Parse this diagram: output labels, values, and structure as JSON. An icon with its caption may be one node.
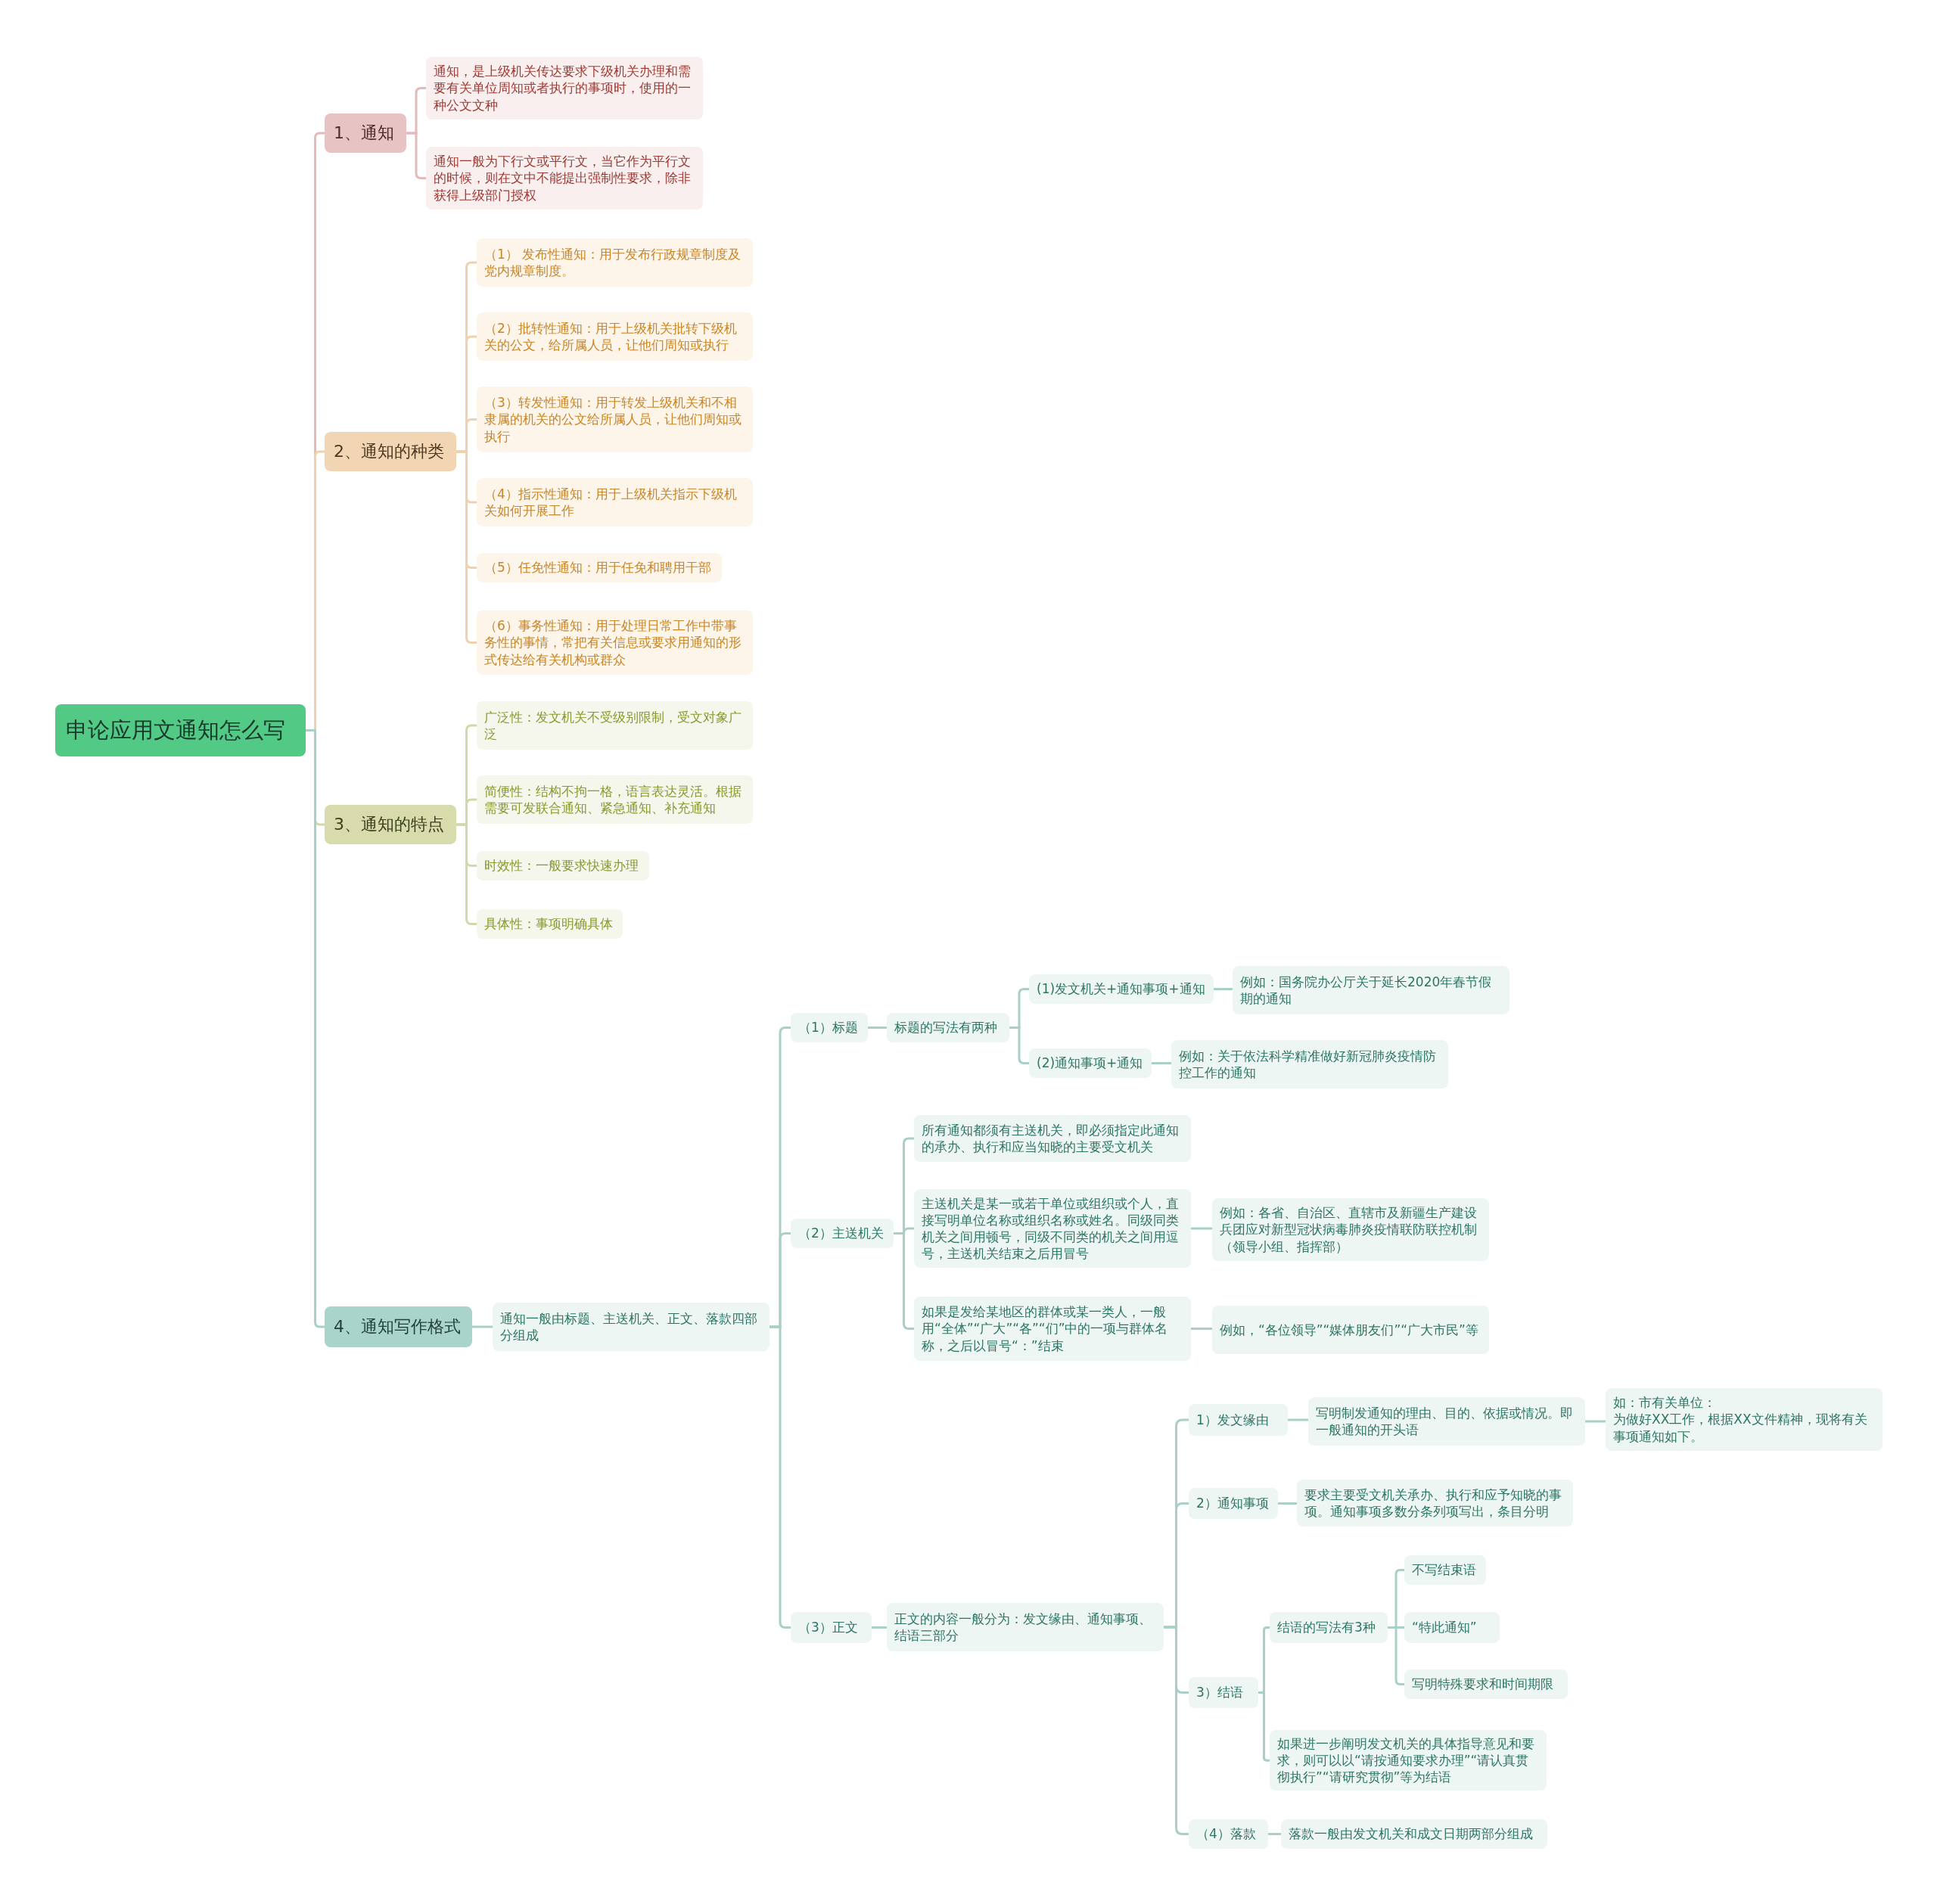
{
  "diagram": {
    "nodes": [
      {
        "text": [
          "申论应用文通知怎么写"
        ]
      },
      {
        "text": [
          "1、通知"
        ]
      },
      {
        "text": [
          "通知，是上级机关传达要求下级机关办理和需要有关单位周知或者执行的事项时，使用的一种公文文种"
        ]
      },
      {
        "text": [
          "通知一般为下行文或平行文，当它作为平行文的时候，则在文中不能提出强制性要求，除非获得上级部门授权"
        ]
      },
      {
        "text": [
          "2、通知的种类"
        ]
      },
      {
        "text": [
          "（1） 发布性通知：用于发布行政规章制度及党内规章制度。"
        ]
      },
      {
        "text": [
          "（2）批转性通知：用于上级机关批转下级机关的公文，给所属人员，让他们周知或执行"
        ]
      },
      {
        "text": [
          "（3）转发性通知：用于转发上级机关和不相隶属的机关的公文给所属人员，让他们周知或执行"
        ]
      },
      {
        "text": [
          "（4）指示性通知：用于上级机关指示下级机关如何开展工作"
        ]
      },
      {
        "text": [
          "（5）任免性通知：用于任免和聘用干部"
        ]
      },
      {
        "text": [
          "（6）事务性通知：用于处理日常工作中带事务性的事情，常把有关信息或要求用通知的形式传达给有关机构或群众"
        ]
      },
      {
        "text": [
          "3、通知的特点"
        ]
      },
      {
        "text": [
          "广泛性：发文机关不受级别限制，受文对象广泛"
        ]
      },
      {
        "text": [
          "简便性：结构不拘一格，语言表达灵活。根据需要可发联合通知、紧急通知、补充通知"
        ]
      },
      {
        "text": [
          "时效性：一般要求快速办理"
        ]
      },
      {
        "text": [
          "具体性：事项明确具体"
        ]
      },
      {
        "text": [
          "4、通知写作格式"
        ]
      },
      {
        "text": [
          "通知一般由标题、主送机关、正文、落款四部分组成"
        ]
      },
      {
        "text": [
          "（1）标题"
        ]
      },
      {
        "text": [
          "标题的写法有两种"
        ]
      },
      {
        "text": [
          "(1)发文机关+通知事项+通知"
        ]
      },
      {
        "text": [
          "例如：国务院办公厅关于延长2020年春节假期的通知"
        ]
      },
      {
        "text": [
          "(2)通知事项+通知"
        ]
      },
      {
        "text": [
          "例如：关于依法科学精准做好新冠肺炎疫情防控工作的通知"
        ]
      },
      {
        "text": [
          "（2）主送机关"
        ]
      },
      {
        "text": [
          "所有通知都须有主送机关，即必须指定此通知的承办、执行和应当知晓的主要受文机关"
        ]
      },
      {
        "text": [
          "主送机关是某一或若干单位或组织或个人，直接写明单位名称或组织名称或姓名。同级同类机关之间用顿号，同级不同类的机关之间用逗号，主送机关结束之后用冒号"
        ]
      },
      {
        "text": [
          "例如：各省、自治区、直辖市及新疆生产建设兵团应对新型冠状病毒肺炎疫情联防联控机制（领导小组、指挥部）"
        ]
      },
      {
        "text": [
          "如果是发给某地区的群体或某一类人，一般用“全体”“广大”“各”“们”中的一项与群体名称，之后以冒号“：”结束"
        ]
      },
      {
        "text": [
          "例如，“各位领导”“媒体朋友们”“广大市民”等"
        ]
      },
      {
        "text": [
          "（3）正文"
        ]
      },
      {
        "text": [
          "正文的内容一般分为：发文缘由、通知事项、结语三部分"
        ]
      },
      {
        "text": [
          "1）发文缘由"
        ]
      },
      {
        "text": [
          "写明制发通知的理由、目的、依据或情况。即一般通知的开头语"
        ]
      },
      {
        "text": [
          "如：市有关单位：",
          "为做好XX工作，根据XX文件精神，现将有关事项通知如下。"
        ]
      },
      {
        "text": [
          "2）通知事项"
        ]
      },
      {
        "text": [
          "要求主要受文机关承办、执行和应予知晓的事项。通知事项多数分条列项写出，条目分明"
        ]
      },
      {
        "text": [
          "3）结语"
        ]
      },
      {
        "text": [
          "结语的写法有3种"
        ]
      },
      {
        "text": [
          "不写结束语"
        ]
      },
      {
        "text": [
          "“特此通知”"
        ]
      },
      {
        "text": [
          "写明特殊要求和时间期限"
        ]
      },
      {
        "text": [
          "如果进一步阐明发文机关的具体指导意见和要求，则可以以“请按通知要求办理”“请认真贯彻执行”“请研究贯彻”等为结语"
        ]
      },
      {
        "text": [
          "（4）落款"
        ]
      },
      {
        "text": [
          "落款一般由发文机关和成文日期两部分组成"
        ]
      }
    ],
    "edges": [
      {
        "from": 0,
        "to": 1,
        "arrow": "none",
        "color": "#e3b9b9"
      },
      {
        "from": 1,
        "to": 2,
        "arrow": "none",
        "color": "#e3b9b9"
      },
      {
        "from": 1,
        "to": 3,
        "arrow": "none",
        "color": "#e3b9b9"
      },
      {
        "from": 0,
        "to": 4,
        "arrow": "none",
        "color": "#efd2ad"
      },
      {
        "from": 4,
        "to": 5,
        "arrow": "none",
        "color": "#efd2ad"
      },
      {
        "from": 4,
        "to": 6,
        "arrow": "none",
        "color": "#efd2ad"
      },
      {
        "from": 4,
        "to": 7,
        "arrow": "none",
        "color": "#efd2ad"
      },
      {
        "from": 4,
        "to": 8,
        "arrow": "none",
        "color": "#efd2ad"
      },
      {
        "from": 4,
        "to": 9,
        "arrow": "none",
        "color": "#efd2ad"
      },
      {
        "from": 4,
        "to": 10,
        "arrow": "none",
        "color": "#efd2ad"
      },
      {
        "from": 0,
        "to": 11,
        "arrow": "none",
        "color": "#d3d7a9"
      },
      {
        "from": 11,
        "to": 12,
        "arrow": "none",
        "color": "#d3d7a9"
      },
      {
        "from": 11,
        "to": 13,
        "arrow": "none",
        "color": "#d3d7a9"
      },
      {
        "from": 11,
        "to": 14,
        "arrow": "none",
        "color": "#d3d7a9"
      },
      {
        "from": 11,
        "to": 15,
        "arrow": "none",
        "color": "#d3d7a9"
      },
      {
        "from": 0,
        "to": 16,
        "arrow": "none"
      },
      {
        "from": 16,
        "to": 17,
        "arrow": "none"
      },
      {
        "from": 17,
        "to": 18,
        "arrow": "none"
      },
      {
        "from": 18,
        "to": 19,
        "arrow": "none"
      },
      {
        "from": 19,
        "to": 20,
        "arrow": "none"
      },
      {
        "from": 20,
        "to": 21,
        "arrow": "none"
      },
      {
        "from": 19,
        "to": 22,
        "arrow": "none"
      },
      {
        "from": 22,
        "to": 23,
        "arrow": "none"
      },
      {
        "from": 17,
        "to": 24,
        "arrow": "none"
      },
      {
        "from": 24,
        "to": 25,
        "arrow": "none"
      },
      {
        "from": 24,
        "to": 26,
        "arrow": "none"
      },
      {
        "from": 26,
        "to": 27,
        "arrow": "none"
      },
      {
        "from": 24,
        "to": 28,
        "arrow": "none"
      },
      {
        "from": 28,
        "to": 29,
        "arrow": "none"
      },
      {
        "from": 17,
        "to": 30,
        "arrow": "none"
      },
      {
        "from": 30,
        "to": 31,
        "arrow": "none"
      },
      {
        "from": 31,
        "to": 32,
        "arrow": "none"
      },
      {
        "from": 32,
        "to": 33,
        "arrow": "none"
      },
      {
        "from": 33,
        "to": 34,
        "arrow": "none"
      },
      {
        "from": 31,
        "to": 35,
        "arrow": "none"
      },
      {
        "from": 35,
        "to": 36,
        "arrow": "none"
      },
      {
        "from": 31,
        "to": 37,
        "arrow": "none"
      },
      {
        "from": 37,
        "to": 38,
        "arrow": "none"
      },
      {
        "from": 38,
        "to": 39,
        "arrow": "none"
      },
      {
        "from": 38,
        "to": 40,
        "arrow": "none"
      },
      {
        "from": 38,
        "to": 41,
        "arrow": "none"
      },
      {
        "from": 37,
        "to": 42,
        "arrow": "none"
      },
      {
        "from": 31,
        "to": 43,
        "arrow": "none"
      },
      {
        "from": 43,
        "to": 44,
        "arrow": "none"
      }
    ]
  }
}
